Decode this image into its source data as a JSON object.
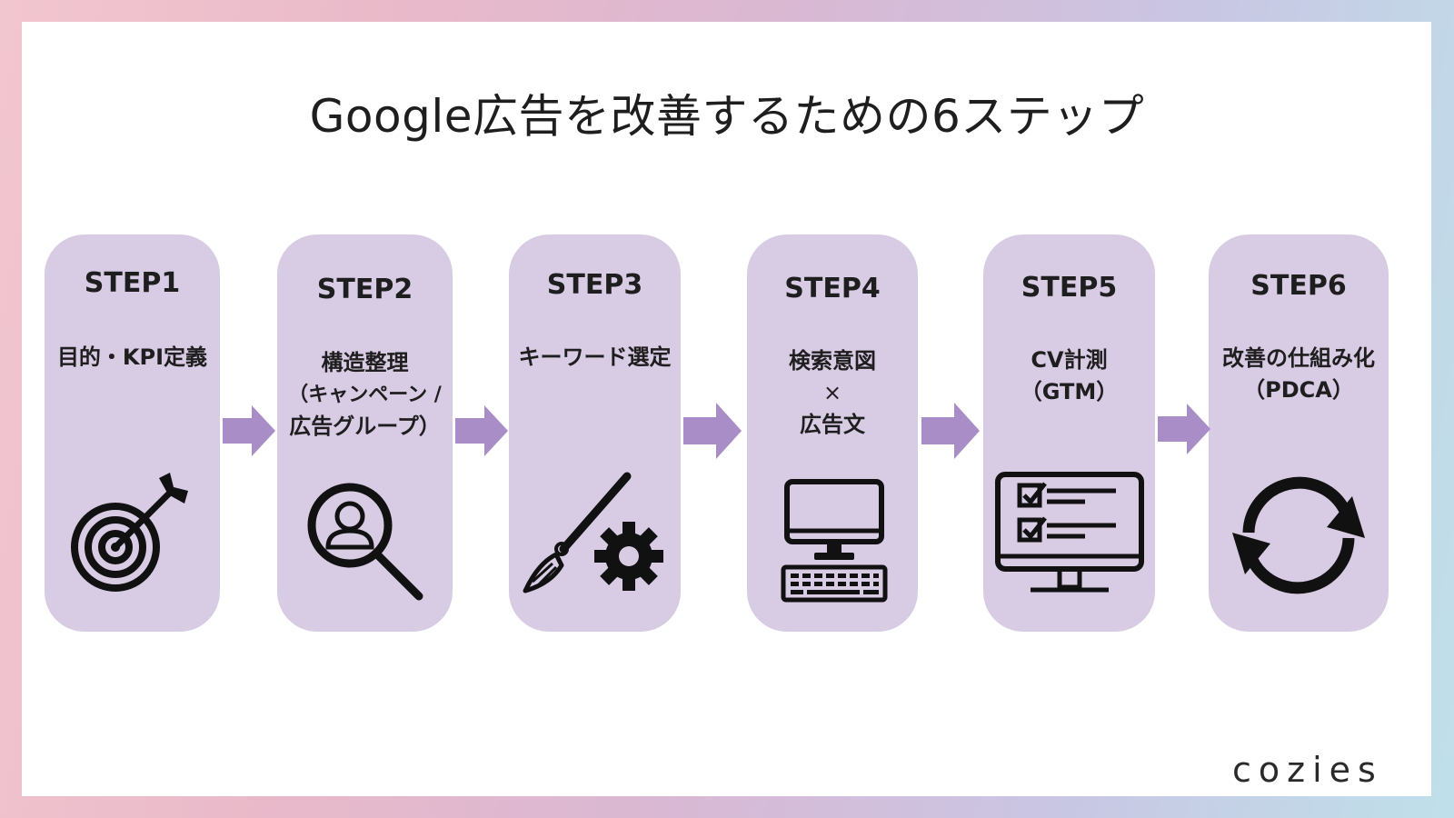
{
  "title": "Google広告を改善するための6ステップ",
  "steps": [
    {
      "label": "STEP1",
      "lines": [
        "目的・KPI定義"
      ],
      "icon": "target-icon"
    },
    {
      "label": "STEP2",
      "lines": [
        "構造整理",
        "（キャンペーン / ",
        "広告グループ）"
      ],
      "icon": "user-search-icon"
    },
    {
      "label": "STEP3",
      "lines": [
        "キーワード選定"
      ],
      "icon": "brush-gear-icon"
    },
    {
      "label": "STEP4",
      "lines": [
        "検索意図",
        "×",
        "広告文"
      ],
      "icon": "desktop-computer-icon"
    },
    {
      "label": "STEP5",
      "lines": [
        "CV計測",
        "（GTM）"
      ],
      "icon": "checklist-monitor-icon"
    },
    {
      "label": "STEP6",
      "lines": [
        "改善の仕組み化",
        "（PDCA）"
      ],
      "icon": "cycle-arrows-icon"
    }
  ],
  "brand": {
    "name": "cozies"
  },
  "colors": {
    "card": "#d8cbe4",
    "arrow": "#a98dc6",
    "text": "#1e1e1e"
  }
}
